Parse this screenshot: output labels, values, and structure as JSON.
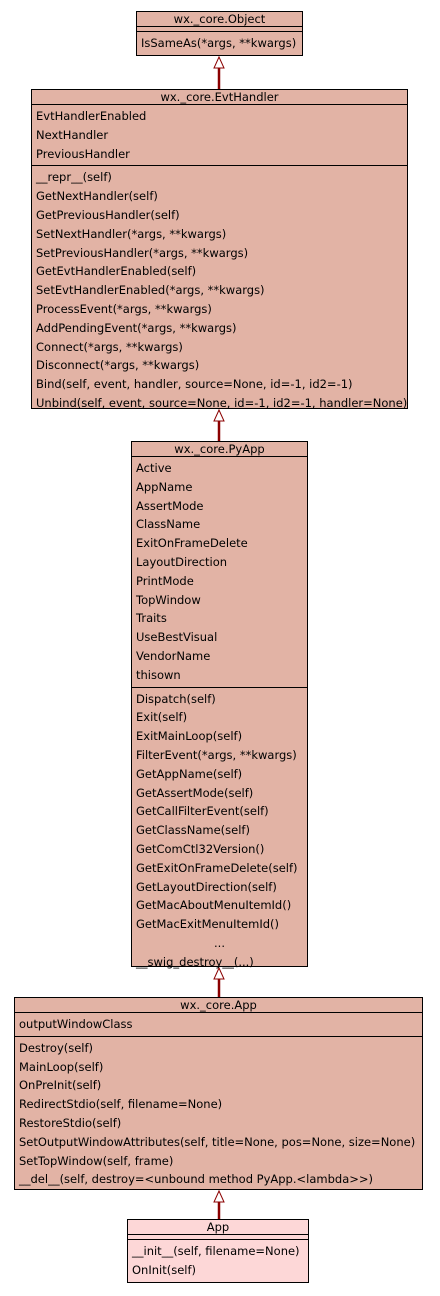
{
  "classes": [
    {
      "name": "wx._core.Object",
      "attributes": [],
      "methods": [
        "IsSameAs(*args, **kwargs)"
      ]
    },
    {
      "name": "wx._core.EvtHandler",
      "attributes": [
        "EvtHandlerEnabled",
        "NextHandler",
        "PreviousHandler"
      ],
      "methods": [
        "__repr__(self)",
        "GetNextHandler(self)",
        "GetPreviousHandler(self)",
        "SetNextHandler(*args, **kwargs)",
        "SetPreviousHandler(*args, **kwargs)",
        "GetEvtHandlerEnabled(self)",
        "SetEvtHandlerEnabled(*args, **kwargs)",
        "ProcessEvent(*args, **kwargs)",
        "AddPendingEvent(*args, **kwargs)",
        "Connect(*args, **kwargs)",
        "Disconnect(*args, **kwargs)",
        "Bind(self, event, handler, source=None, id=-1, id2=-1)",
        "Unbind(self, event, source=None, id=-1, id2=-1, handler=None)"
      ]
    },
    {
      "name": "wx._core.PyApp",
      "attributes": [
        "Active",
        "AppName",
        "AssertMode",
        "ClassName",
        "ExitOnFrameDelete",
        "LayoutDirection",
        "PrintMode",
        "TopWindow",
        "Traits",
        "UseBestVisual",
        "VendorName",
        "thisown"
      ],
      "methods": [
        "Dispatch(self)",
        "Exit(self)",
        "ExitMainLoop(self)",
        "FilterEvent(*args, **kwargs)",
        "GetAppName(self)",
        "GetAssertMode(self)",
        "GetCallFilterEvent(self)",
        "GetClassName(self)",
        "GetComCtl32Version()",
        "GetExitOnFrameDelete(self)",
        "GetLayoutDirection(self)",
        "GetMacAboutMenuItemId()",
        "GetMacExitMenuItemId()",
        "...",
        "__swig_destroy__(...)"
      ]
    },
    {
      "name": "wx._core.App",
      "attributes": [
        "outputWindowClass"
      ],
      "methods": [
        "Destroy(self)",
        "MainLoop(self)",
        "OnPreInit(self)",
        "RedirectStdio(self, filename=None)",
        "RestoreStdio(self)",
        "SetOutputWindowAttributes(self, title=None, pos=None, size=None)",
        "SetTopWindow(self, frame)",
        "__del__(self, destroy=<unbound method PyApp.<lambda>>)"
      ]
    },
    {
      "name": "App",
      "attributes": [],
      "methods": [
        "__init__(self, filename=None)",
        "OnInit(self)"
      ]
    }
  ],
  "colors": {
    "base_fill": "#e2b3a5",
    "leaf_fill": "#fdd7d7",
    "arrow": "#8b0000"
  }
}
